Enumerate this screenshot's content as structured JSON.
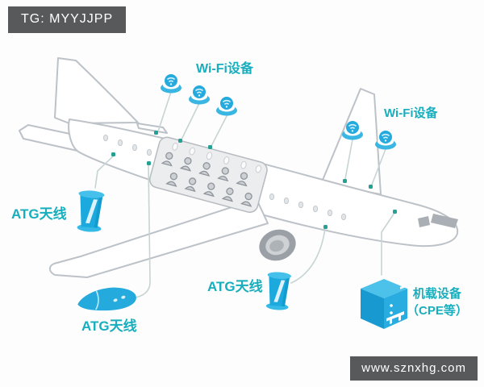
{
  "header": {
    "tag_label": "TG: MYYJJPP"
  },
  "watermark": {
    "text": "www.sznxhg.com"
  },
  "diagram": {
    "subject": "aircraft-inflight-connectivity-equipment-layout",
    "labels": {
      "wifi_top": "Wi-Fi设备",
      "wifi_right": "Wi-Fi设备",
      "atg_left": "ATG天线",
      "atg_bottom_left": "ATG天线",
      "atg_center": "ATG天线",
      "onboard_line1": "机载设备",
      "onboard_line2": "（CPE等）"
    },
    "icons": {
      "wifi_device_count": 5,
      "atg_blade_antenna_count": 2,
      "atg_fin_antenna_count": 1,
      "onboard_cpe_box_count": 1
    },
    "colors": {
      "label_teal": "#17aebd",
      "icon_cyan": "#25aadd",
      "connector_dot": "#26a095",
      "plane_outline": "#bcc2c7",
      "badge_bg": "#58595b"
    }
  }
}
